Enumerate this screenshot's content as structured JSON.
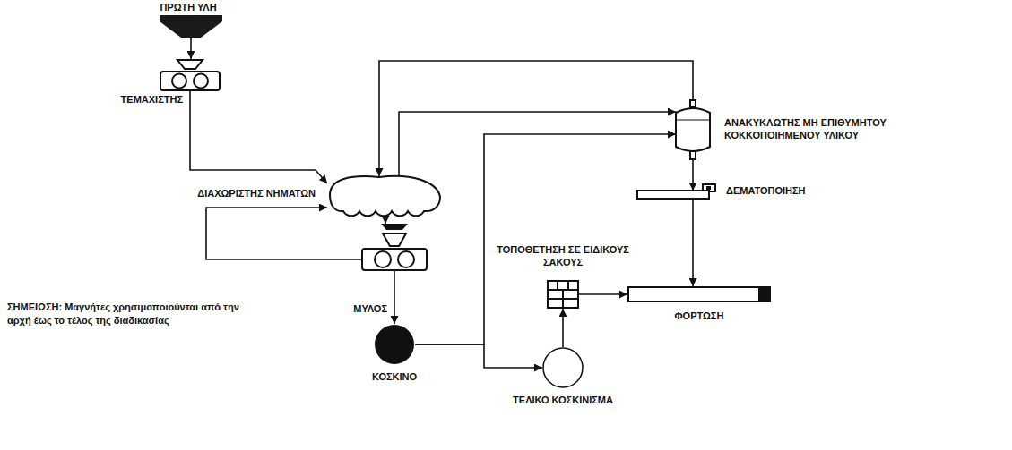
{
  "diagram": {
    "nodes": [
      {
        "text": [
          "ΠΡΩΤΗ ΥΛΗ"
        ]
      },
      {
        "text": [
          "ΤΕΜΑΧΙΣΤΗΣ"
        ]
      },
      {
        "text": [
          "ΔΙΑΧΩΡΙΣΤΗΣ ΝΗΜΑΤΩΝ"
        ]
      },
      {
        "text": [
          "ΜΥΛΟΣ"
        ]
      },
      {
        "text": [
          "ΚΟΣΚΙΝΟ"
        ]
      },
      {
        "text": [
          "ΤΕΛΙΚΟ ΚΟΣΚΙΝΙΣΜΑ"
        ]
      },
      {
        "text": [
          "ΤΟΠΟΘΕΤΗΣΗ ΣΕ ΕΙΔΙΚΟΥΣ ΣΑΚΟΥΣ"
        ]
      },
      {
        "text": [
          "ΑΝΑΚΥΚΛΩΤΗΣ ΜΗ ΕΠΙΘΥΜΗΤΟΥ ΚΟΚΚΟΠΟΙΗΜΕΝΟΥ ΥΛΙΚΟΥ"
        ]
      },
      {
        "text": [
          "ΔΕΜΑΤΟΠΟΙΗΣΗ"
        ]
      },
      {
        "text": [
          "ΦΟΡΤΩΣΗ"
        ]
      }
    ],
    "edges": [
      {
        "from": 0,
        "to": 1,
        "arrow": "to"
      },
      {
        "from": 1,
        "to": 2,
        "arrow": "to"
      },
      {
        "from": 2,
        "to": 3,
        "arrow": "to"
      },
      {
        "from": 3,
        "to": 2,
        "arrow": "to"
      },
      {
        "from": 2,
        "to": 7,
        "arrow": "to"
      },
      {
        "from": 7,
        "to": 2,
        "arrow": "to"
      },
      {
        "from": 3,
        "to": 4,
        "arrow": "to"
      },
      {
        "from": 4,
        "to": 5,
        "arrow": "to"
      },
      {
        "from": 4,
        "to": 7,
        "arrow": "to"
      },
      {
        "from": 5,
        "to": 6,
        "arrow": "to"
      },
      {
        "from": 6,
        "to": 9,
        "arrow": "to"
      },
      {
        "from": 7,
        "to": 8,
        "arrow": "to"
      },
      {
        "from": 8,
        "to": 9,
        "arrow": "to"
      }
    ],
    "labels": [
      "ΣΗΜΕΙΩΣΗ: Μαγνήτες χρησιμοποιούνται από την αρχή έως το τέλος της διαδικασίας"
    ]
  }
}
